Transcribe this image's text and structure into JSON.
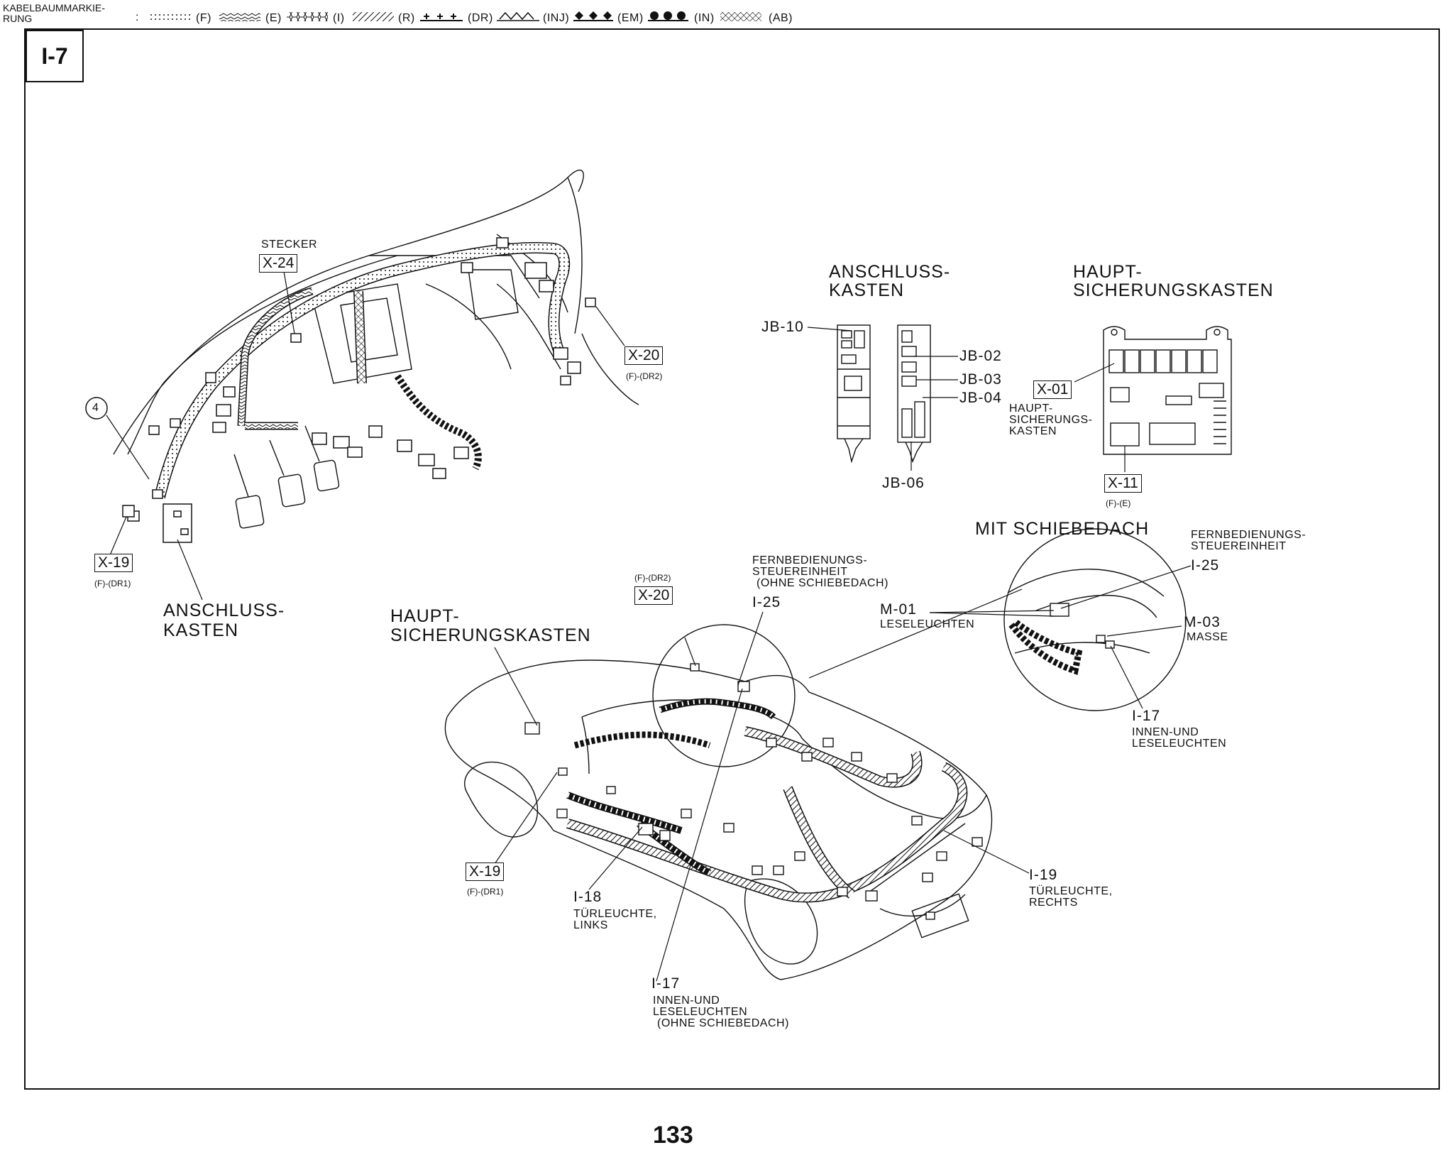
{
  "legend": {
    "title": "KABELBAUMMARKIE-\nRUNG",
    "separator": ":",
    "items": [
      {
        "code": "(F)",
        "pattern": "dots"
      },
      {
        "code": "(E)",
        "pattern": "zigzag"
      },
      {
        "code": "(I)",
        "pattern": "hex"
      },
      {
        "code": "(R)",
        "pattern": "diagonal"
      },
      {
        "code": "(DR)",
        "pattern": "plus"
      },
      {
        "code": "(INJ)",
        "pattern": "wave"
      },
      {
        "code": "(EM)",
        "pattern": "diamond"
      },
      {
        "code": "(IN)",
        "pattern": "circle"
      },
      {
        "code": "(AB)",
        "pattern": "crosshatch"
      }
    ]
  },
  "page_id": "I-7",
  "page_number": "133",
  "dashboard": {
    "stecker": "STECKER",
    "x24": "X-24",
    "x20": "X-20",
    "x20_sub": "(F)-(DR2)",
    "callout_4": "4",
    "x19": "X-19",
    "x19_sub": "(F)-(DR1)",
    "anschluss_1": "ANSCHLUSS-",
    "anschluss_2": "KASTEN"
  },
  "junction_box": {
    "title_1": "ANSCHLUSS-",
    "title_2": "KASTEN",
    "jb10": "JB-10",
    "jb02": "JB-02",
    "jb03": "JB-03",
    "jb04": "JB-04",
    "jb06": "JB-06"
  },
  "main_fuse": {
    "title_1": "HAUPT-",
    "title_2": "SICHERUNGSKASTEN",
    "x01": "X-01",
    "sub_1": "HAUPT-",
    "sub_2": "SICHERUNGS-",
    "sub_3": "KASTEN",
    "x11": "X-11",
    "x11_sub": "(F)-(E)"
  },
  "sunroof": {
    "title": "MIT SCHIEBEDACH",
    "fern_1": "FERNBEDIENUNGS-",
    "fern_2": "STEUEREINHEIT",
    "i25": "I-25",
    "m01": "M-01",
    "m01_sub": "LESELEUCHTEN",
    "m03": "M-03",
    "m03_sub": "MASSE",
    "i17": "I-17",
    "i17_sub_1": "INNEN-UND",
    "i17_sub_2": "LESELEUCHTEN"
  },
  "car": {
    "fern_1": "FERNBEDIENUNGS-",
    "fern_2": "STEUEREINHEIT",
    "fern_3": "(OHNE SCHIEBEDACH)",
    "i25": "I-25",
    "x20_sub": "(F)-(DR2)",
    "x20": "X-20",
    "haupt_1": "HAUPT-",
    "haupt_2": "SICHERUNGSKASTEN",
    "x19": "X-19",
    "x19_sub": "(F)-(DR1)",
    "i18": "I-18",
    "i18_sub_1": "TÜRLEUCHTE,",
    "i18_sub_2": "LINKS",
    "i17": "I-17",
    "i17_sub_1": "INNEN-UND",
    "i17_sub_2": "LESELEUCHTEN",
    "i17_sub_3": "(OHNE SCHIEBEDACH)",
    "i19": "I-19",
    "i19_sub_1": "TÜRLEUCHTE,",
    "i19_sub_2": "RECHTS"
  }
}
